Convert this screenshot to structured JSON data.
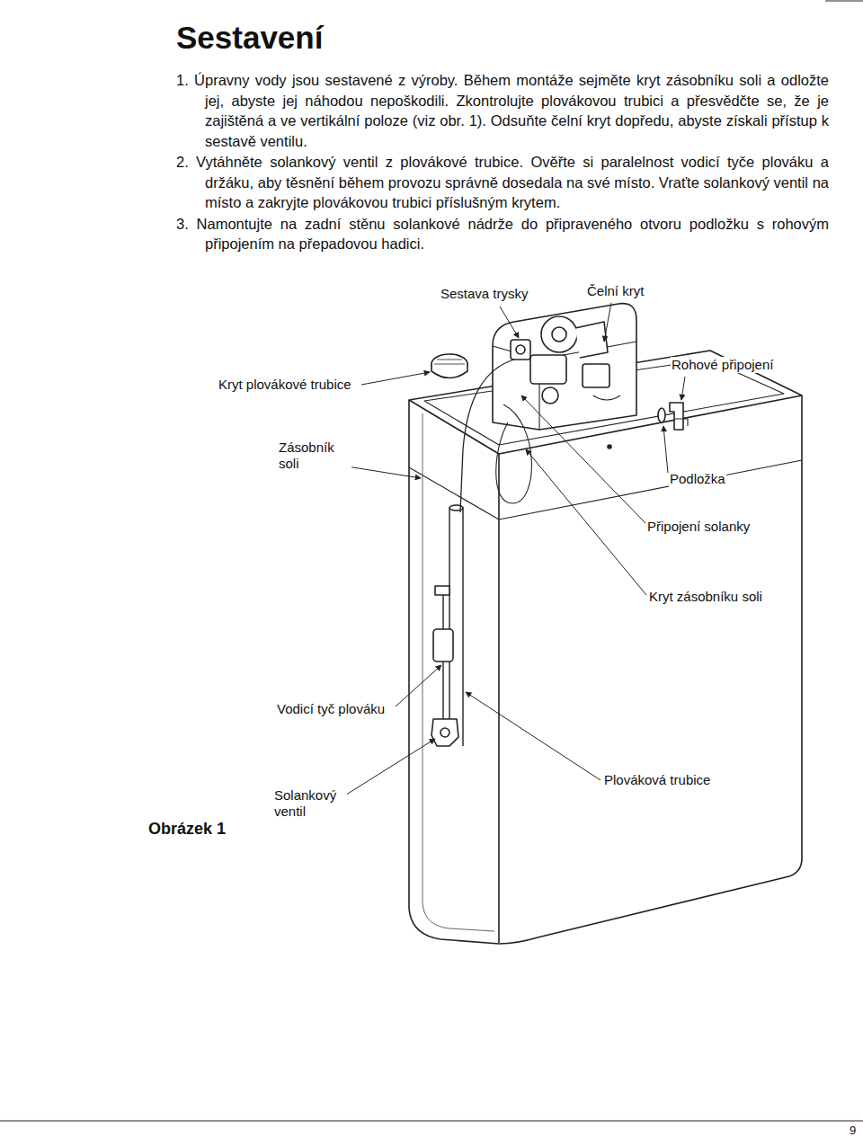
{
  "diagram": {
    "title": "Sestavení",
    "caption": "Obrázek 1",
    "labels": [
      "1. Úpravny vody jsou sestavené z výroby. Během montáže sejměte kryt zásobníku soli a odložte jej, abyste jej náhodou nepoškodili. Zkontrolujte plovákovou trubici a přesvědčte se, že je zajištěná a ve vertikální poloze (viz obr. 1). Odsuňte čelní kryt dopředu, abyste získali přístup k sestavě ventilu.",
      "2. Vytáhněte solankový ventil z plovákové trubice. Ověřte si paralelnost vodicí tyče plováku a držáku, aby těsnění během provozu správně dosedala na své místo. Vraťte solankový ventil na místo a zakryjte plovákovou trubici příslušným krytem.",
      "3. Namontujte na zadní stěnu solankové nádrže do připraveného otvoru podložku s rohovým připojením na přepadovou hadici.",
      "Sestava trysky",
      "Čelní kryt",
      "Kryt plovákové trubice",
      "Rohové připojení",
      "Zásobník soli",
      "Podložka",
      "Připojení solanky",
      "Kryt zásobníku soli",
      "Vodicí tyč plováku",
      "Plováková trubice",
      "Solankový ventil",
      "9"
    ]
  }
}
